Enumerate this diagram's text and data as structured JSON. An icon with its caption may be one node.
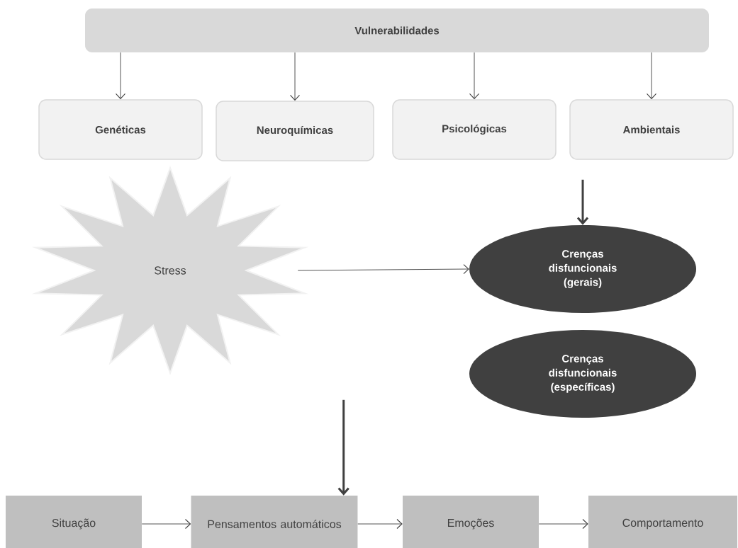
{
  "diagram": {
    "nodes": [
      {
        "text": [
          "Vulnerabilidades"
        ]
      },
      {
        "text": [
          "Genéticas"
        ]
      },
      {
        "text": [
          "Neuroquímicas"
        ]
      },
      {
        "text": [
          "Psicológicas"
        ]
      },
      {
        "text": [
          "Ambientais"
        ]
      },
      {
        "text": [
          "Stress"
        ]
      },
      {
        "text": [
          "Crenças disfuncionais (gerais)"
        ]
      },
      {
        "text": [
          "Crenças disfuncionais (específicas)"
        ]
      },
      {
        "text": [
          "Situação"
        ]
      },
      {
        "text": [
          "Pensamentos automáticos"
        ]
      },
      {
        "text": [
          "Emoções"
        ]
      },
      {
        "text": [
          "Comportamento"
        ]
      }
    ],
    "edges": [
      {
        "from": 0,
        "to": 1,
        "arrow": "to"
      },
      {
        "from": 0,
        "to": 2,
        "arrow": "to"
      },
      {
        "from": 0,
        "to": 3,
        "arrow": "to"
      },
      {
        "from": 0,
        "to": 4,
        "arrow": "to"
      },
      {
        "from": null,
        "to": 6,
        "arrow": "to",
        "style": "thick"
      },
      {
        "from": 5,
        "to": 6,
        "arrow": "to"
      },
      {
        "from": null,
        "to": 9,
        "arrow": "to",
        "style": "thick"
      },
      {
        "from": 8,
        "to": 9,
        "arrow": "to"
      },
      {
        "from": 9,
        "to": 10,
        "arrow": "to"
      },
      {
        "from": 10,
        "to": 11,
        "arrow": "to"
      }
    ]
  }
}
